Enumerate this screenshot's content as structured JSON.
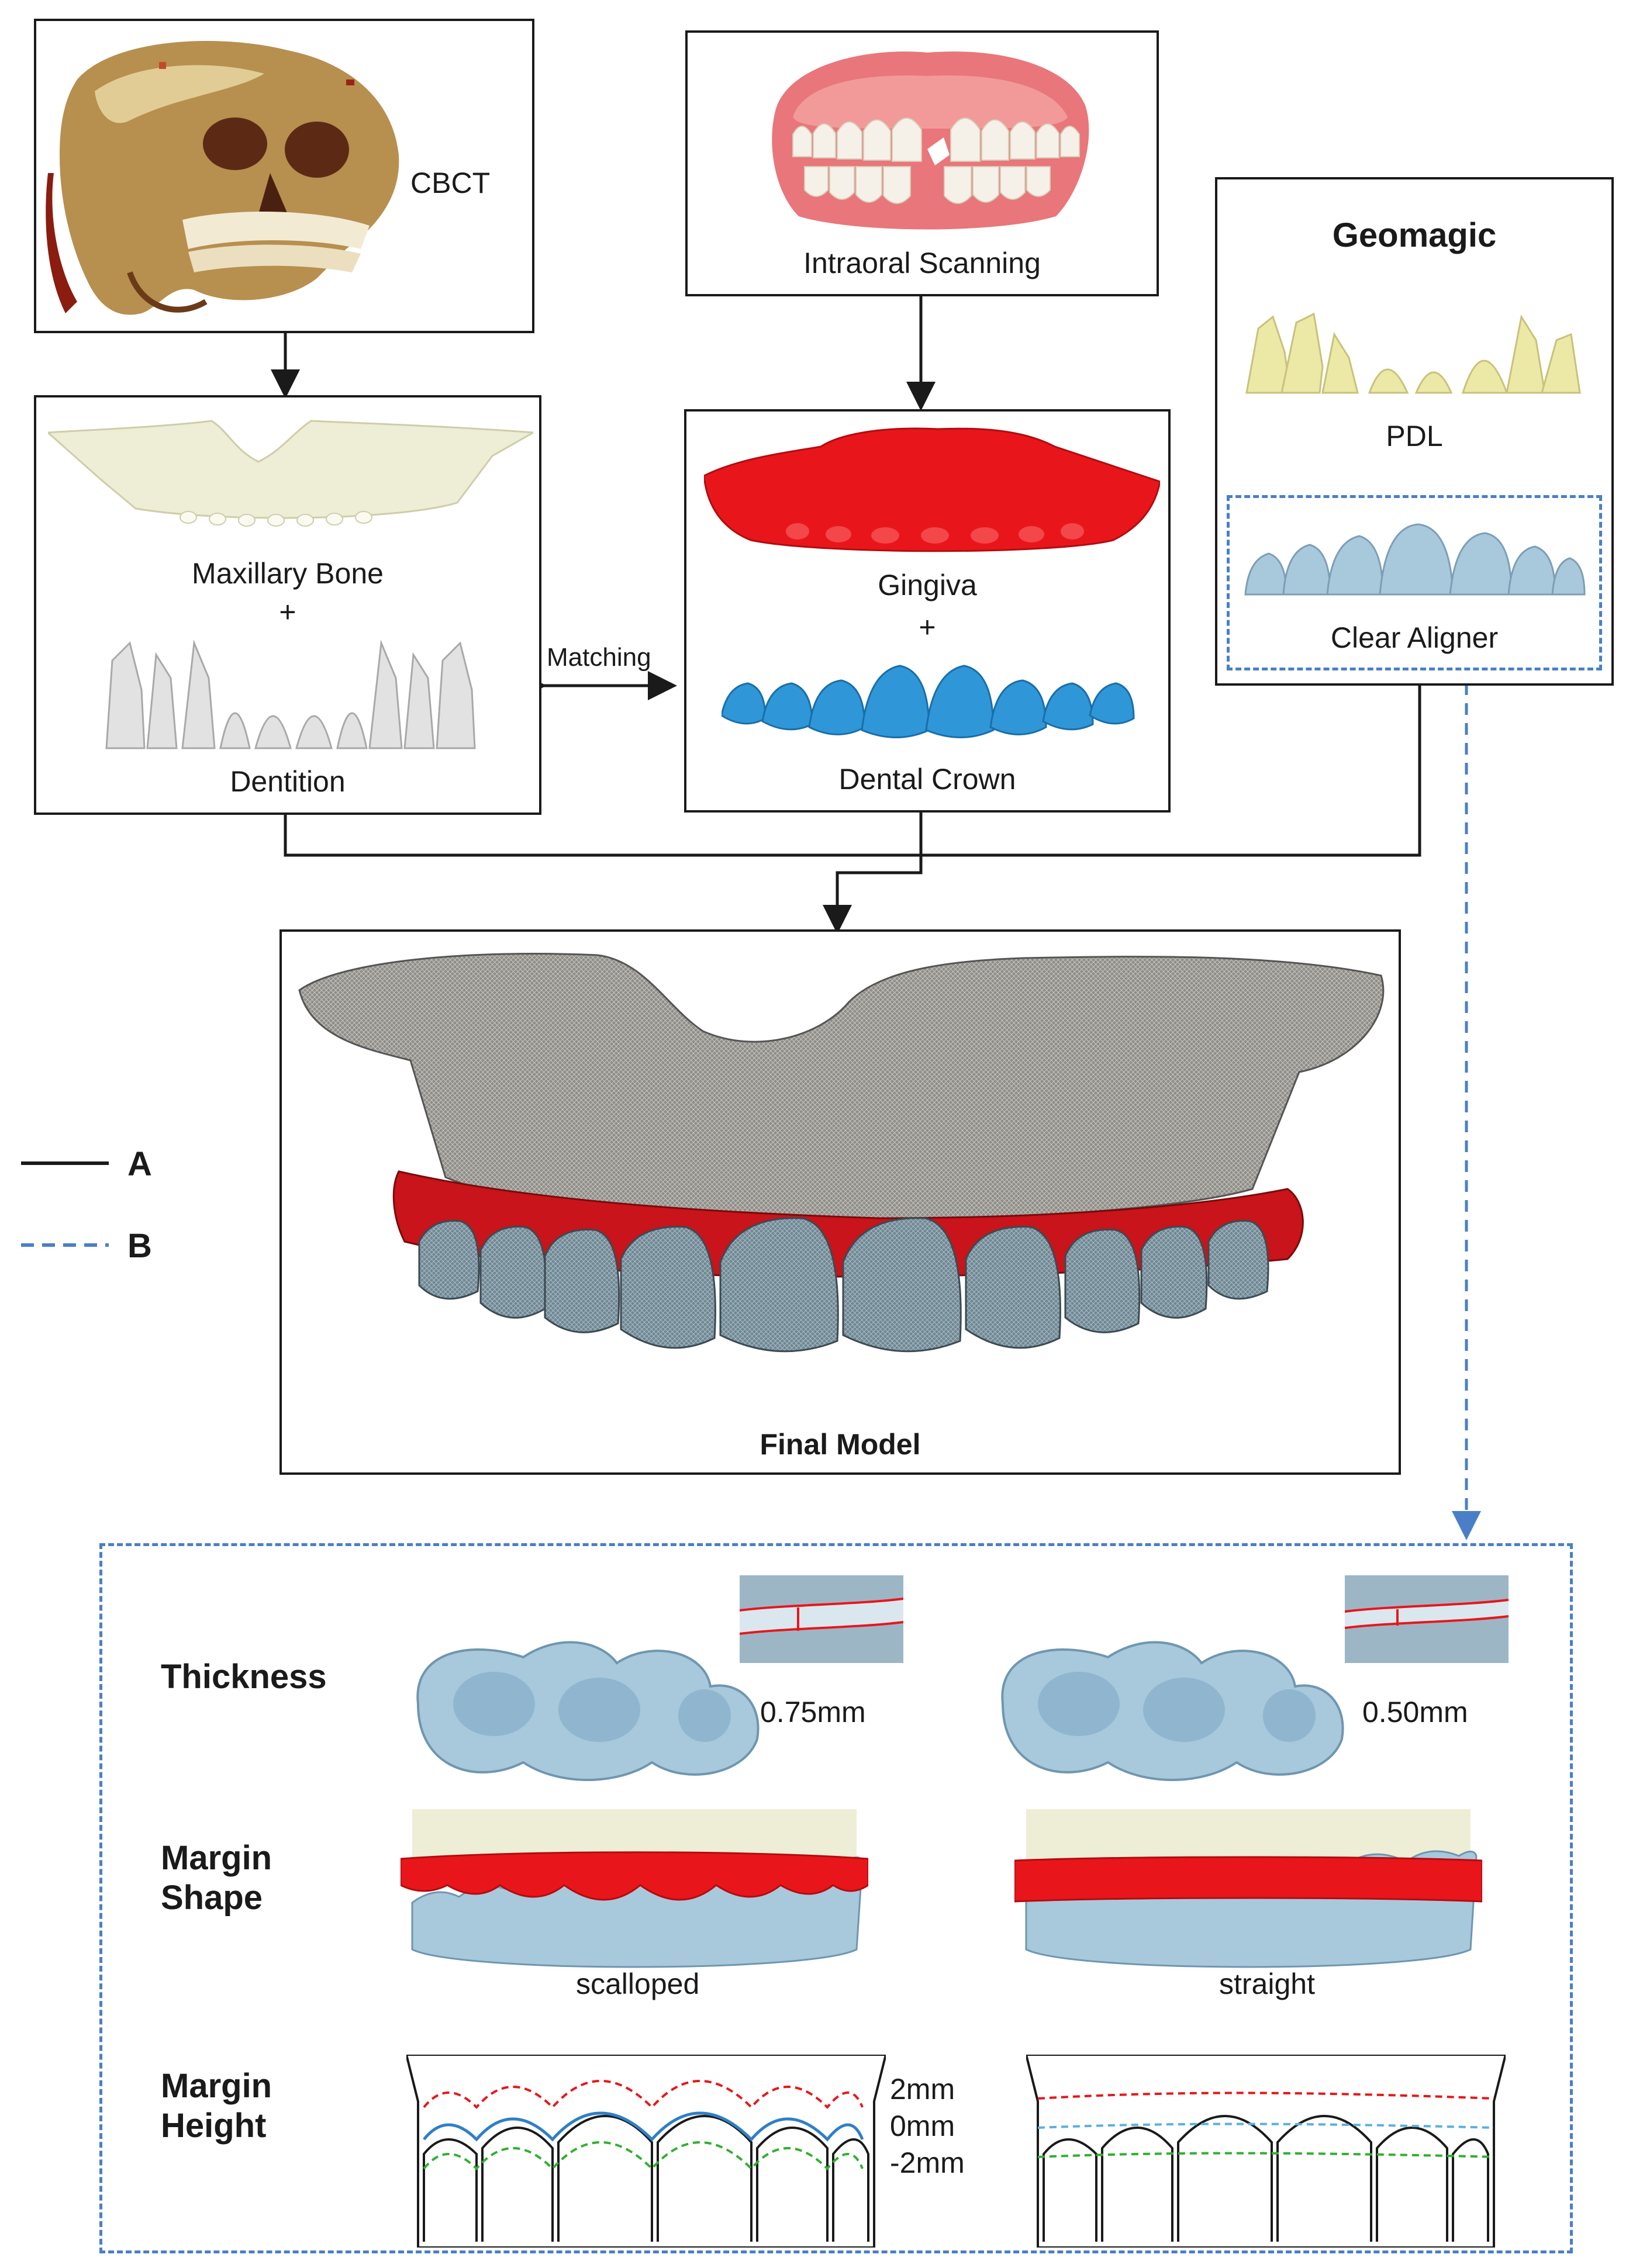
{
  "source": {
    "cbct": "CBCT",
    "intraoral": "Intraoral Scanning",
    "geomagic": "Geomagic",
    "pdl": "PDL",
    "clear_aligner": "Clear Aligner"
  },
  "components": {
    "maxillary_bone": "Maxillary Bone",
    "plus": "+",
    "dentition": "Dentition",
    "matching": "Matching",
    "gingiva": "Gingiva",
    "dental_crown": "Dental Crown"
  },
  "final": {
    "title": "Final Model"
  },
  "legend": {
    "a": "A",
    "b": "B"
  },
  "variations": {
    "thickness": {
      "label": "Thickness",
      "left_value": "0.75mm",
      "right_value": "0.50mm"
    },
    "margin_shape": {
      "label_line1": "Margin",
      "label_line2": "Shape",
      "left_caption": "scalloped",
      "right_caption": "straight"
    },
    "margin_height": {
      "label_line1": "Margin",
      "label_line2": "Height",
      "levels": [
        "2mm",
        "0mm",
        "-2mm"
      ]
    }
  },
  "colors": {
    "bone": "#eeedd6",
    "gingiva_red": "#e8161a",
    "crown_blue": "#2f97d8",
    "aligner_blue": "#a8c8dc",
    "mesh_gray": "#8f8d88",
    "mesh_teeth": "#6f8793",
    "dashed_blue": "#4a7fc8",
    "pdl_yellow": "#ece8a6"
  }
}
